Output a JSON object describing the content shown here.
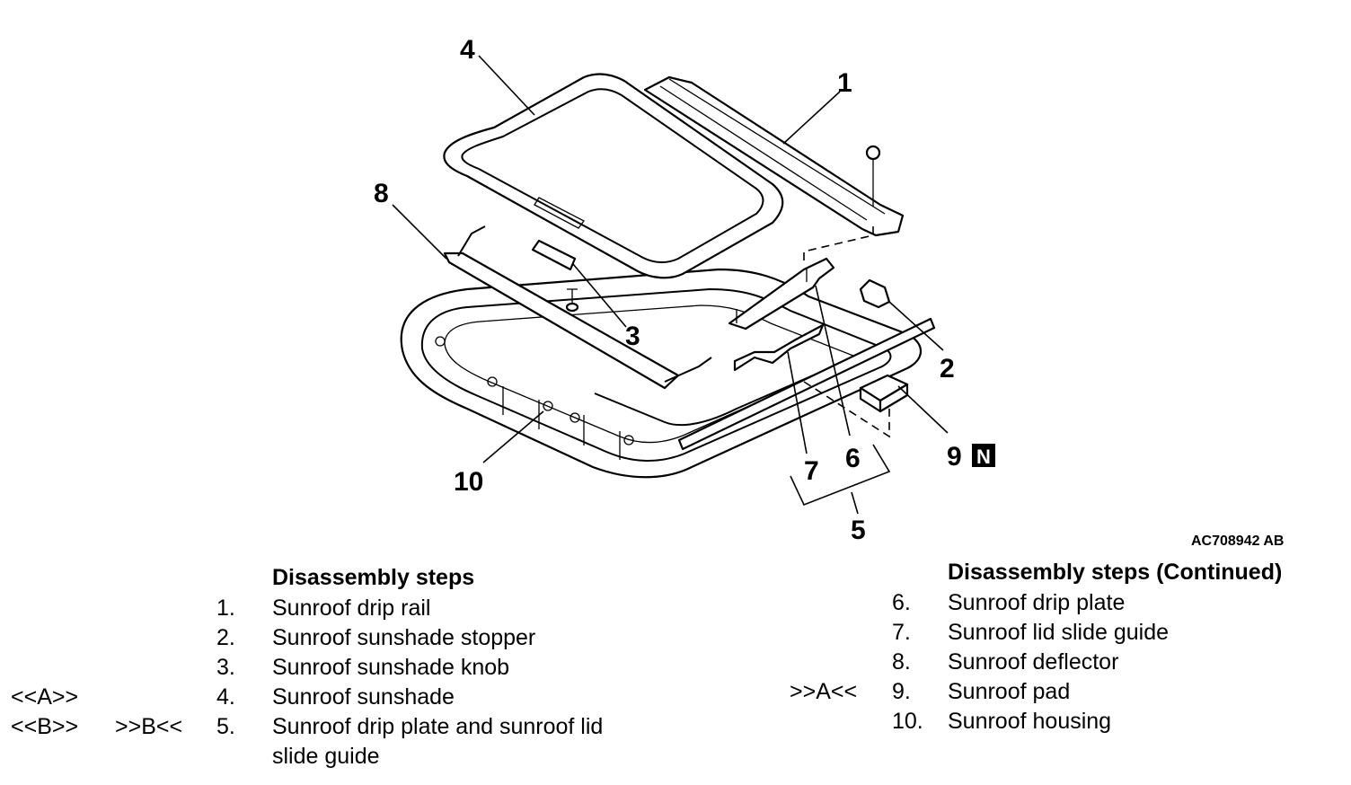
{
  "diagram": {
    "reference_code": "AC708942 AB",
    "callouts": [
      "1",
      "2",
      "3",
      "4",
      "5",
      "6",
      "7",
      "8",
      "9",
      "10"
    ],
    "new_part_badge": "N"
  },
  "left_column": {
    "heading": "Disassembly steps",
    "steps": [
      {
        "num": "1.",
        "label": "Sunroof drip rail",
        "removal": "",
        "install": ""
      },
      {
        "num": "2.",
        "label": "Sunroof sunshade stopper",
        "removal": "",
        "install": ""
      },
      {
        "num": "3.",
        "label": "Sunroof sunshade knob",
        "removal": "",
        "install": ""
      },
      {
        "num": "4.",
        "label": "Sunroof sunshade",
        "removal": "<<A>>",
        "install": ""
      },
      {
        "num": "5.",
        "label": "Sunroof drip plate and sunroof lid",
        "label_cont": "slide guide",
        "removal": "<<B>>",
        "install": ">>B<<"
      }
    ]
  },
  "right_column": {
    "heading": "Disassembly steps (Continued)",
    "steps": [
      {
        "num": "6.",
        "label": "Sunroof drip plate",
        "install": ""
      },
      {
        "num": "7.",
        "label": "Sunroof lid slide guide",
        "install": ""
      },
      {
        "num": "8.",
        "label": "Sunroof deflector",
        "install": ""
      },
      {
        "num": "9.",
        "label": "Sunroof pad",
        "install": ">>A<<"
      },
      {
        "num": "10.",
        "label": "Sunroof housing",
        "install": ""
      }
    ]
  }
}
